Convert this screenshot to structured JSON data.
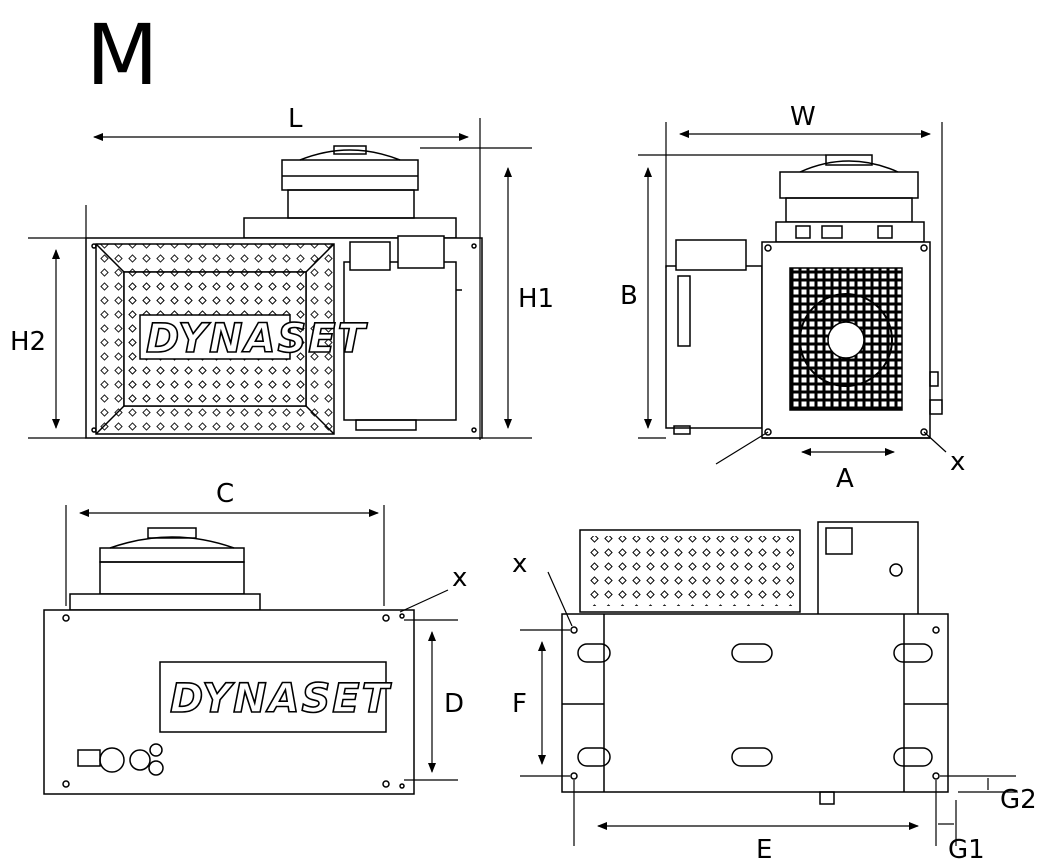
{
  "model_letter": "M",
  "brand": "DYNASET",
  "labels": {
    "L": "L",
    "W": "W",
    "H1": "H1",
    "H2": "H2",
    "B": "B",
    "A": "A",
    "C": "C",
    "D": "D",
    "E": "E",
    "F": "F",
    "G1": "G1",
    "G2": "G2",
    "x": "x"
  },
  "colors": {
    "line": "#000000",
    "background": "#ffffff"
  }
}
